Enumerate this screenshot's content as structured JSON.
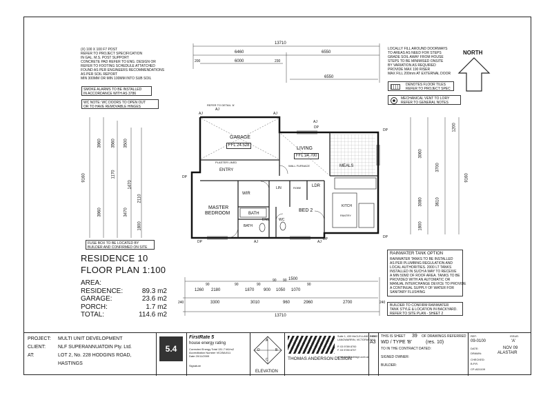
{
  "notes_top": [
    "(X) 100 X 100 F7 POST",
    "REFER TO PROJECT SPECIFICATION",
    "IN GAL. M.S. POST SUPPORT",
    "CONCRETE PAD REFER TO ENG. DESIGN OR",
    "REFER TO FOOTING SCHEDULE ATTATCHED",
    "FOUND AS PER ENGINEERS RECOMMENDATIONS",
    "AS PER SOIL REPORT",
    "MIN 300MM OR MIN 100MM INTO SUB SOIL"
  ],
  "note_smoke": [
    "SMOKE ALARMS TO BE INSTALLED",
    "IN ACCORDANCE WITH AS 3786"
  ],
  "note_wc": [
    "WC NOTE: WC DOORS TO OPEN OUT",
    "OR TO HAVE REMOVABLE HINGES"
  ],
  "note_fuse": [
    "FUSE BOX TO BE LOCATED BY",
    "BUILDER AND CONFIRMED ON SITE"
  ],
  "note_fill": [
    "LOCALLY FILL AROUND DOORWAYS",
    "TO AREAS AS NEED FOR STEPS",
    "GRADE SOIL AWAY FROM HOUSE",
    "STEPS TO BE MINIMISED ONSITE",
    "BY VARIATION AS REQUIRED",
    "PROVIDE MAX 190 RISER",
    "MAX FILL 200mm AT EXTERNAL DOOR"
  ],
  "north_label": "NORTH",
  "legend_tiles": [
    "DENOTES FLOOR TILES",
    "REFER TO PROJECT SPEC"
  ],
  "legend_vent": [
    "MECHANICAL VENT TO LORY",
    "REFER TO GENERAL NOTES"
  ],
  "rainwater": {
    "title": "RAINWATER TANK OPTION",
    "lines": [
      "RAINWATER TANKS TO BE INSTALLED",
      "AS PER PLUMBING REGULATION AND",
      "LOCAL AUTHORITIES. 2000 LT TANKS",
      "INSTALLED IN SUCH A WAY TO RECEIVE",
      "A MIN 50M2 OF ROOF AREA. TANKS TO BE",
      "PROVIDED WITH AN AUTOMATIC OR",
      "MANUAL INTERCHANGE DEVICE TO PROVIDE",
      "A CONTINUAL SUPPLY OF WATER FOR",
      "SANITARY FLUSHING"
    ]
  },
  "builder_note": [
    "BUILDER TO CONFIRM RAINWATER",
    "TANK STYLE & LOCATION IN BACKYARD.",
    "REFER TO SITE PLAN - SHEET 2"
  ],
  "rooms": {
    "garage": "GARAGE",
    "garage_ffl": "FFL 24.528",
    "living": "LIVING",
    "living_ffl": "FFL 24.700",
    "meals": "MEALS",
    "master": "MASTER",
    "bedroom": "BEDROOM",
    "bed2": "BED 2",
    "wir": "WIR",
    "bath": "BATH",
    "ens": "ENS",
    "wc": "WC",
    "lin": "LIN",
    "ldr": "LDR",
    "kitch": "KITCH",
    "entry": "ENTRY",
    "robe": "ROBE",
    "pantry": "PANTRY",
    "plaster_lined": "PLASTER LINED",
    "wall_furnace": "WALL FURNACE",
    "refer_detail": "REFER TO DETAIL 'A'"
  },
  "dims_top": [
    "13710",
    "6460",
    "6550",
    "6000",
    "6550",
    "200",
    "230"
  ],
  "dims_bottom": [
    "1260",
    "2180",
    "1870",
    "900",
    "1050",
    "1070",
    "1500",
    "3300",
    "3010",
    "960",
    "2960",
    "2700",
    "13710",
    "240",
    "240",
    "90",
    "90",
    "90",
    "90",
    "90",
    "90"
  ],
  "dims_left": [
    "3960",
    "3560",
    "3500",
    "1170",
    "1470",
    "2110",
    "3960",
    "3470",
    "1800",
    "9160"
  ],
  "dims_right": [
    "1200",
    "3060",
    "3700",
    "3080",
    "3610",
    "1800",
    "9160"
  ],
  "title": {
    "line1": "RESIDENCE 10",
    "line2": "FLOOR PLAN 1:100"
  },
  "areas": {
    "heading": "AREA:",
    "rows": [
      {
        "label": "RESIDENCE:",
        "value": "89.3 m2"
      },
      {
        "label": "GARAGE:",
        "value": "23.6 m2"
      },
      {
        "label": "PORCH:",
        "value": "1.7 m2"
      },
      {
        "label": "TOTAL:",
        "value": "114.6 m2"
      }
    ]
  },
  "titleblock": {
    "project_label": "PROJECT:",
    "project": "MULTI UNIT DEVELOPMENT",
    "client_label": "CLIENT:",
    "client": "NLF SUPERANNUATOIN Pty. Ltd.",
    "at_label": "AT:",
    "at1": "LOT 2, No. 228 HODGINS ROAD,",
    "at2": "HASTINGS",
    "stars": "5.4",
    "rating_title": "FirstRate 5",
    "rating_sub": "house energy rating",
    "rating_lines": [
      "Corrected Energy Total 131.7 MJ/m2",
      "Accreditation Number VIC/BA/011",
      "Date 20/11/2009"
    ],
    "signature_label": "Signature",
    "elevation_label": "ELEVATION",
    "compass": [
      "A",
      "B",
      "C",
      "D"
    ],
    "firm": "THOMAS ANDERSON DESIGN",
    "address": [
      "Suite 1, 433 McCLELLAND DRIVE",
      "LANGWARRIN, VICTORIA 3910"
    ],
    "phone": [
      "P. 03 9789 8700",
      "F. 03 9789 8707"
    ],
    "email": "e. studio@tadesign.com.au",
    "size_label": "SIZE",
    "size": "A3",
    "this_sheet": "THIS IS SHEET",
    "sheet_no": "39",
    "of_drawings": "OF DRAWINGS REFERRED",
    "wd": "WD / TYPE 'B'",
    "res": "(res. 10)",
    "contract_date": "TO IN THE CONTRACT DATED:",
    "signed_owner": "SIGNED OWNER:",
    "builder": "BUILDER:",
    "ref_label": "REF:",
    "ref": "09-0100",
    "issue_label": "ISSUE:",
    "issue": "'A'",
    "date_label": "DATE:",
    "date": "NOV 09",
    "drawn_label": "DRAWN:",
    "drawn": "ALASTAIR",
    "checked_label": "CHECKED:",
    "checked": "B.P.R.",
    "cp_label": "CP-AD1109"
  }
}
